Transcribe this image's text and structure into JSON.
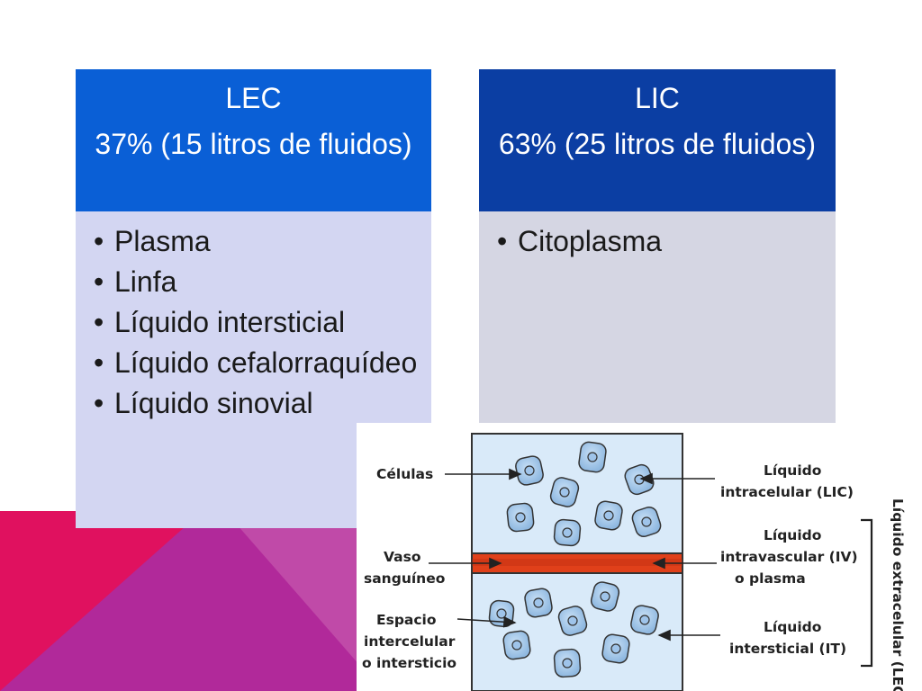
{
  "colors": {
    "lec_header": "#0a5fd6",
    "lic_header": "#0b3ea3",
    "lec_body": "#d3d6f2",
    "lic_body": "#d5d6e3",
    "accent_pink": "#e0115f",
    "accent_magenta": "#a0309a",
    "vessel": "#e0401a"
  },
  "lec": {
    "title": "LEC",
    "subtitle": "37% (15 litros de fluidos)",
    "items": [
      "Plasma",
      "Linfa",
      "Líquido intersticial",
      "Líquido cefalorraquídeo",
      "Líquido sinovial"
    ]
  },
  "lic": {
    "title": "LIC",
    "subtitle": "63% (25 litros de fluidos)",
    "items": [
      "Citoplasma"
    ]
  },
  "diagram": {
    "labels": {
      "cells": "Células",
      "vessel_1": "Vaso",
      "vessel_2": "sanguíneo",
      "space_1": "Espacio",
      "space_2": "intercelular",
      "space_3": "o intersticio",
      "lic_1": "Líquido",
      "lic_2": "intracelular (LIC)",
      "iv_1": "Líquido",
      "iv_2": "intravascular (IV)",
      "iv_3": "o plasma",
      "it_1": "Líquido",
      "it_2": "intersticial (IT)",
      "lec_vertical": "Líquido extracelular (LEC)"
    }
  }
}
